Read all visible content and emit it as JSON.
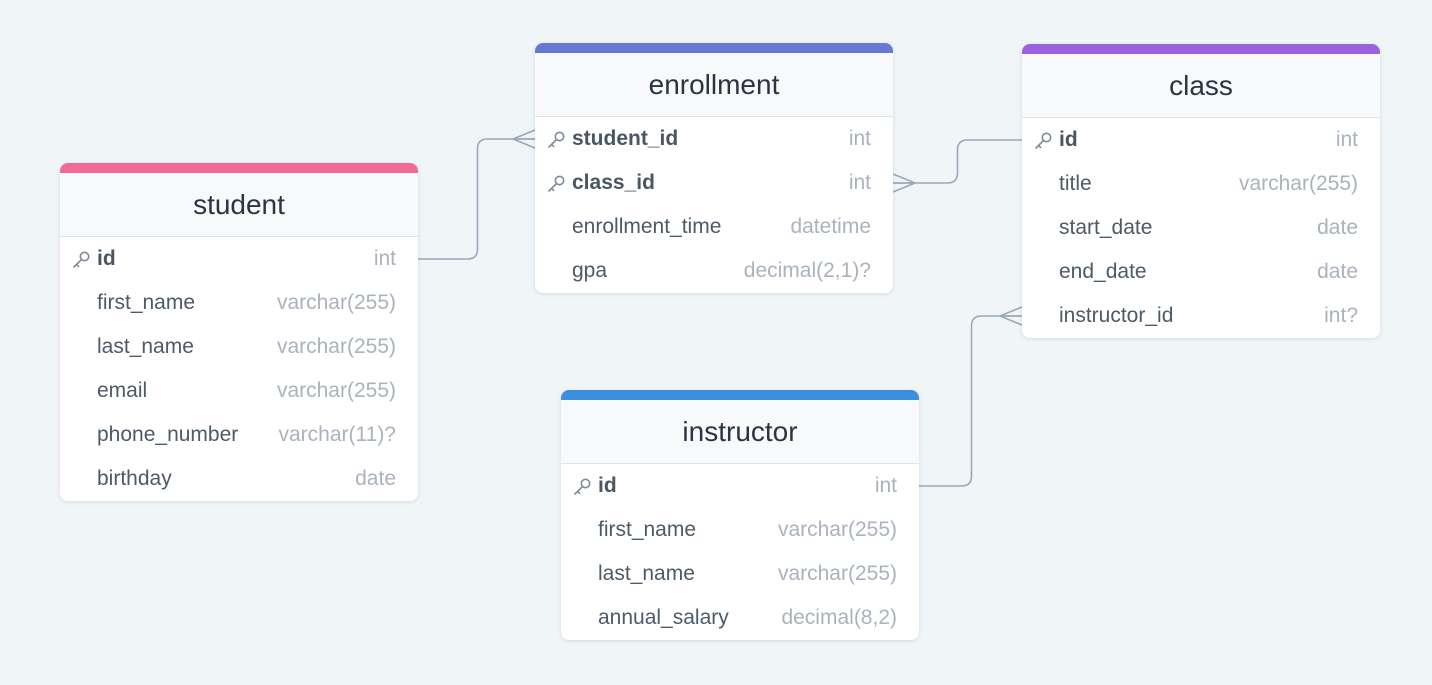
{
  "colors": {
    "background": "#f0f5f8",
    "relation_line": "#9aa8b8",
    "student": "#f06b93",
    "enrollment": "#6779d2",
    "class": "#9b62e0",
    "instructor": "#3e8ee0"
  },
  "icons": {
    "primary_key": "key-icon"
  },
  "tables": {
    "student": {
      "name": "student",
      "fields": [
        {
          "name": "id",
          "type": "int",
          "pk": true
        },
        {
          "name": "first_name",
          "type": "varchar(255)"
        },
        {
          "name": "last_name",
          "type": "varchar(255)"
        },
        {
          "name": "email",
          "type": "varchar(255)"
        },
        {
          "name": "phone_number",
          "type": "varchar(11)?"
        },
        {
          "name": "birthday",
          "type": "date"
        }
      ]
    },
    "enrollment": {
      "name": "enrollment",
      "fields": [
        {
          "name": "student_id",
          "type": "int",
          "pk": true
        },
        {
          "name": "class_id",
          "type": "int",
          "pk": true
        },
        {
          "name": "enrollment_time",
          "type": "datetime"
        },
        {
          "name": "gpa",
          "type": "decimal(2,1)?"
        }
      ]
    },
    "class": {
      "name": "class",
      "fields": [
        {
          "name": "id",
          "type": "int",
          "pk": true
        },
        {
          "name": "title",
          "type": "varchar(255)"
        },
        {
          "name": "start_date",
          "type": "date"
        },
        {
          "name": "end_date",
          "type": "date"
        },
        {
          "name": "instructor_id",
          "type": "int?"
        }
      ]
    },
    "instructor": {
      "name": "instructor",
      "fields": [
        {
          "name": "id",
          "type": "int",
          "pk": true
        },
        {
          "name": "first_name",
          "type": "varchar(255)"
        },
        {
          "name": "last_name",
          "type": "varchar(255)"
        },
        {
          "name": "annual_salary",
          "type": "decimal(8,2)"
        }
      ]
    }
  },
  "relationships": [
    {
      "from": "student.id",
      "to": "enrollment.student_id",
      "cardinality": "one-to-many"
    },
    {
      "from": "class.id",
      "to": "enrollment.class_id",
      "cardinality": "one-to-many"
    },
    {
      "from": "instructor.id",
      "to": "class.instructor_id",
      "cardinality": "one-to-many"
    }
  ]
}
